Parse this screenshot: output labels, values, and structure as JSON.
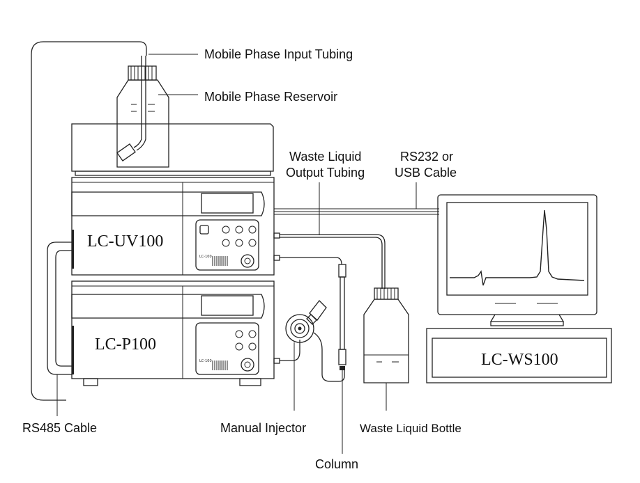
{
  "labels": {
    "mobile_phase_input_tubing": "Mobile Phase Input Tubing",
    "mobile_phase_reservoir": "Mobile Phase Reservoir",
    "waste_liquid_output_tubing_line1": "Waste Liquid",
    "waste_liquid_output_tubing_line2": "Output Tubing",
    "rs232_line1": "RS232 or",
    "rs232_line2": "USB Cable",
    "rs485_cable": "RS485 Cable",
    "manual_injector": "Manual Injector",
    "waste_liquid_bottle": "Waste Liquid Bottle",
    "column": "Column"
  },
  "devices": {
    "uv_detector": "LC-UV100",
    "pump": "LC-P100",
    "workstation": "LC-WS100"
  },
  "panel": {
    "uv_model": "LC-100",
    "pump_model": "LC-100"
  },
  "colors": {
    "panel_fill": "#e6e6e6",
    "line": "#222222",
    "background": "#ffffff"
  }
}
